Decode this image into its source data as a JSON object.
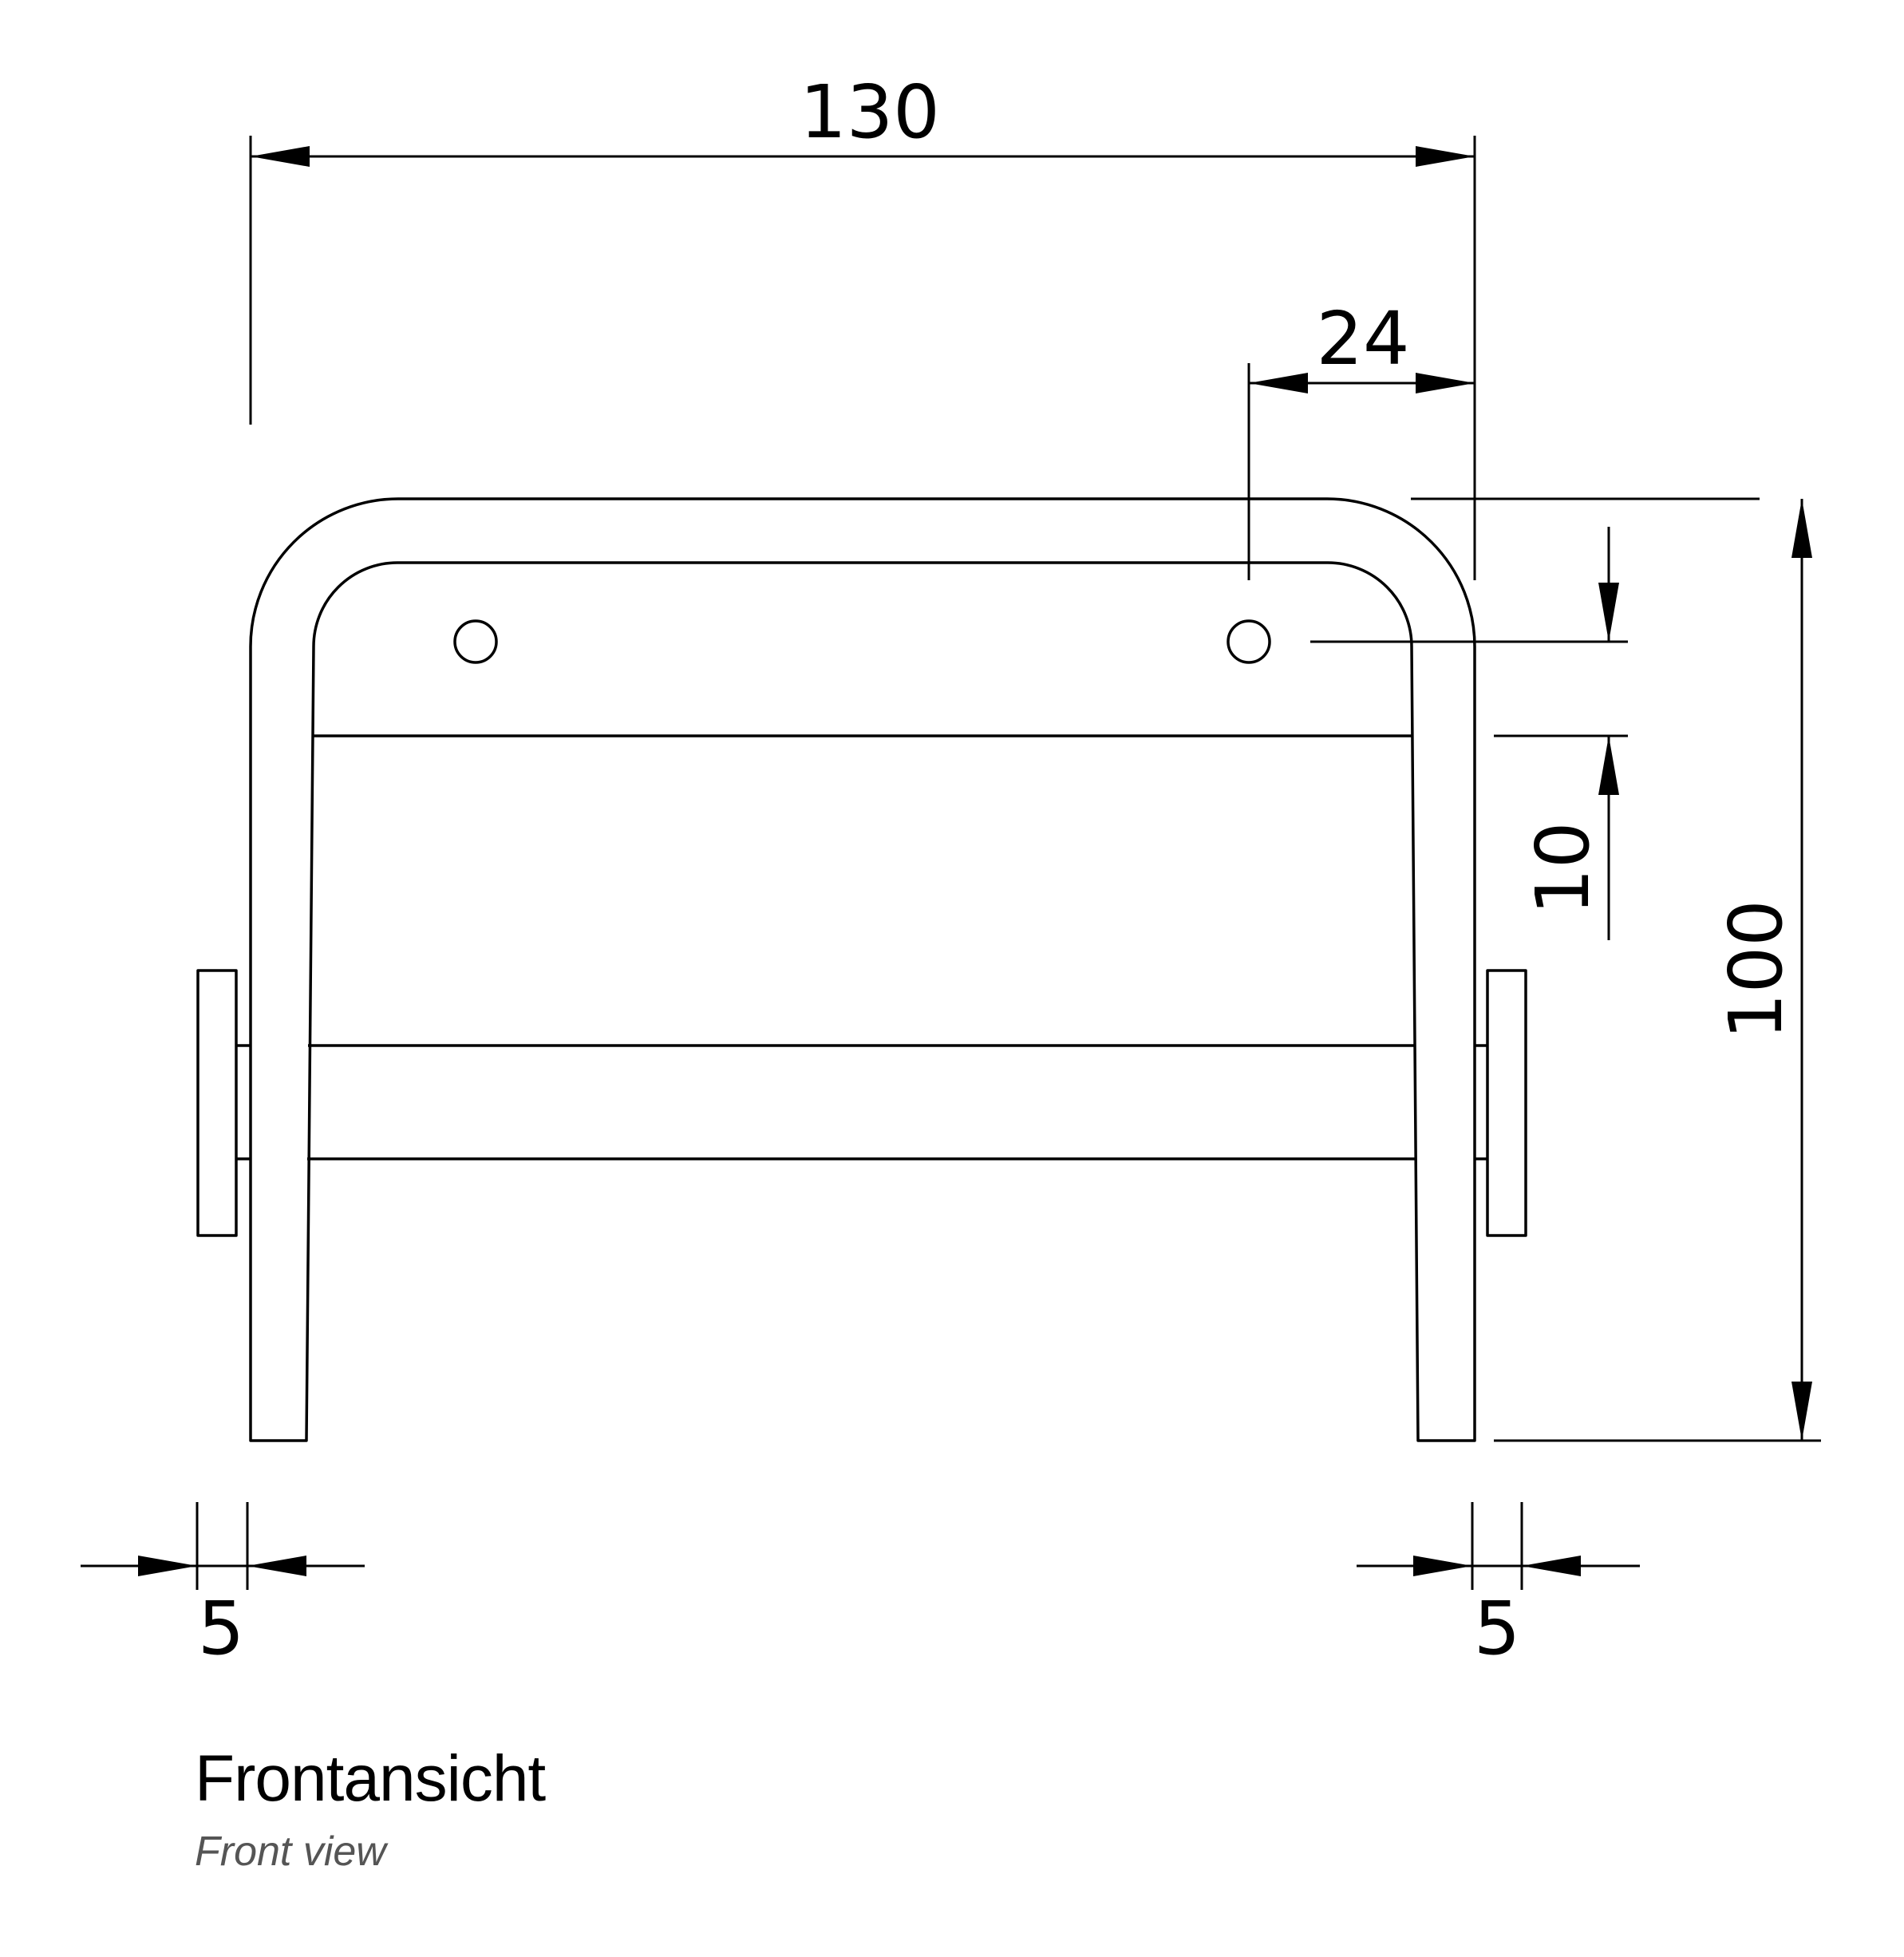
{
  "dimensions": {
    "overall_width": "130",
    "hole_offset": "24",
    "hole_to_rail": "10",
    "overall_height": "100",
    "left_wall": "5",
    "right_wall": "5"
  },
  "caption": {
    "title": "Frontansicht",
    "subtitle": "Front view"
  },
  "colors": {
    "line": "#000000",
    "subtitle": "#555555",
    "background": "#ffffff"
  }
}
